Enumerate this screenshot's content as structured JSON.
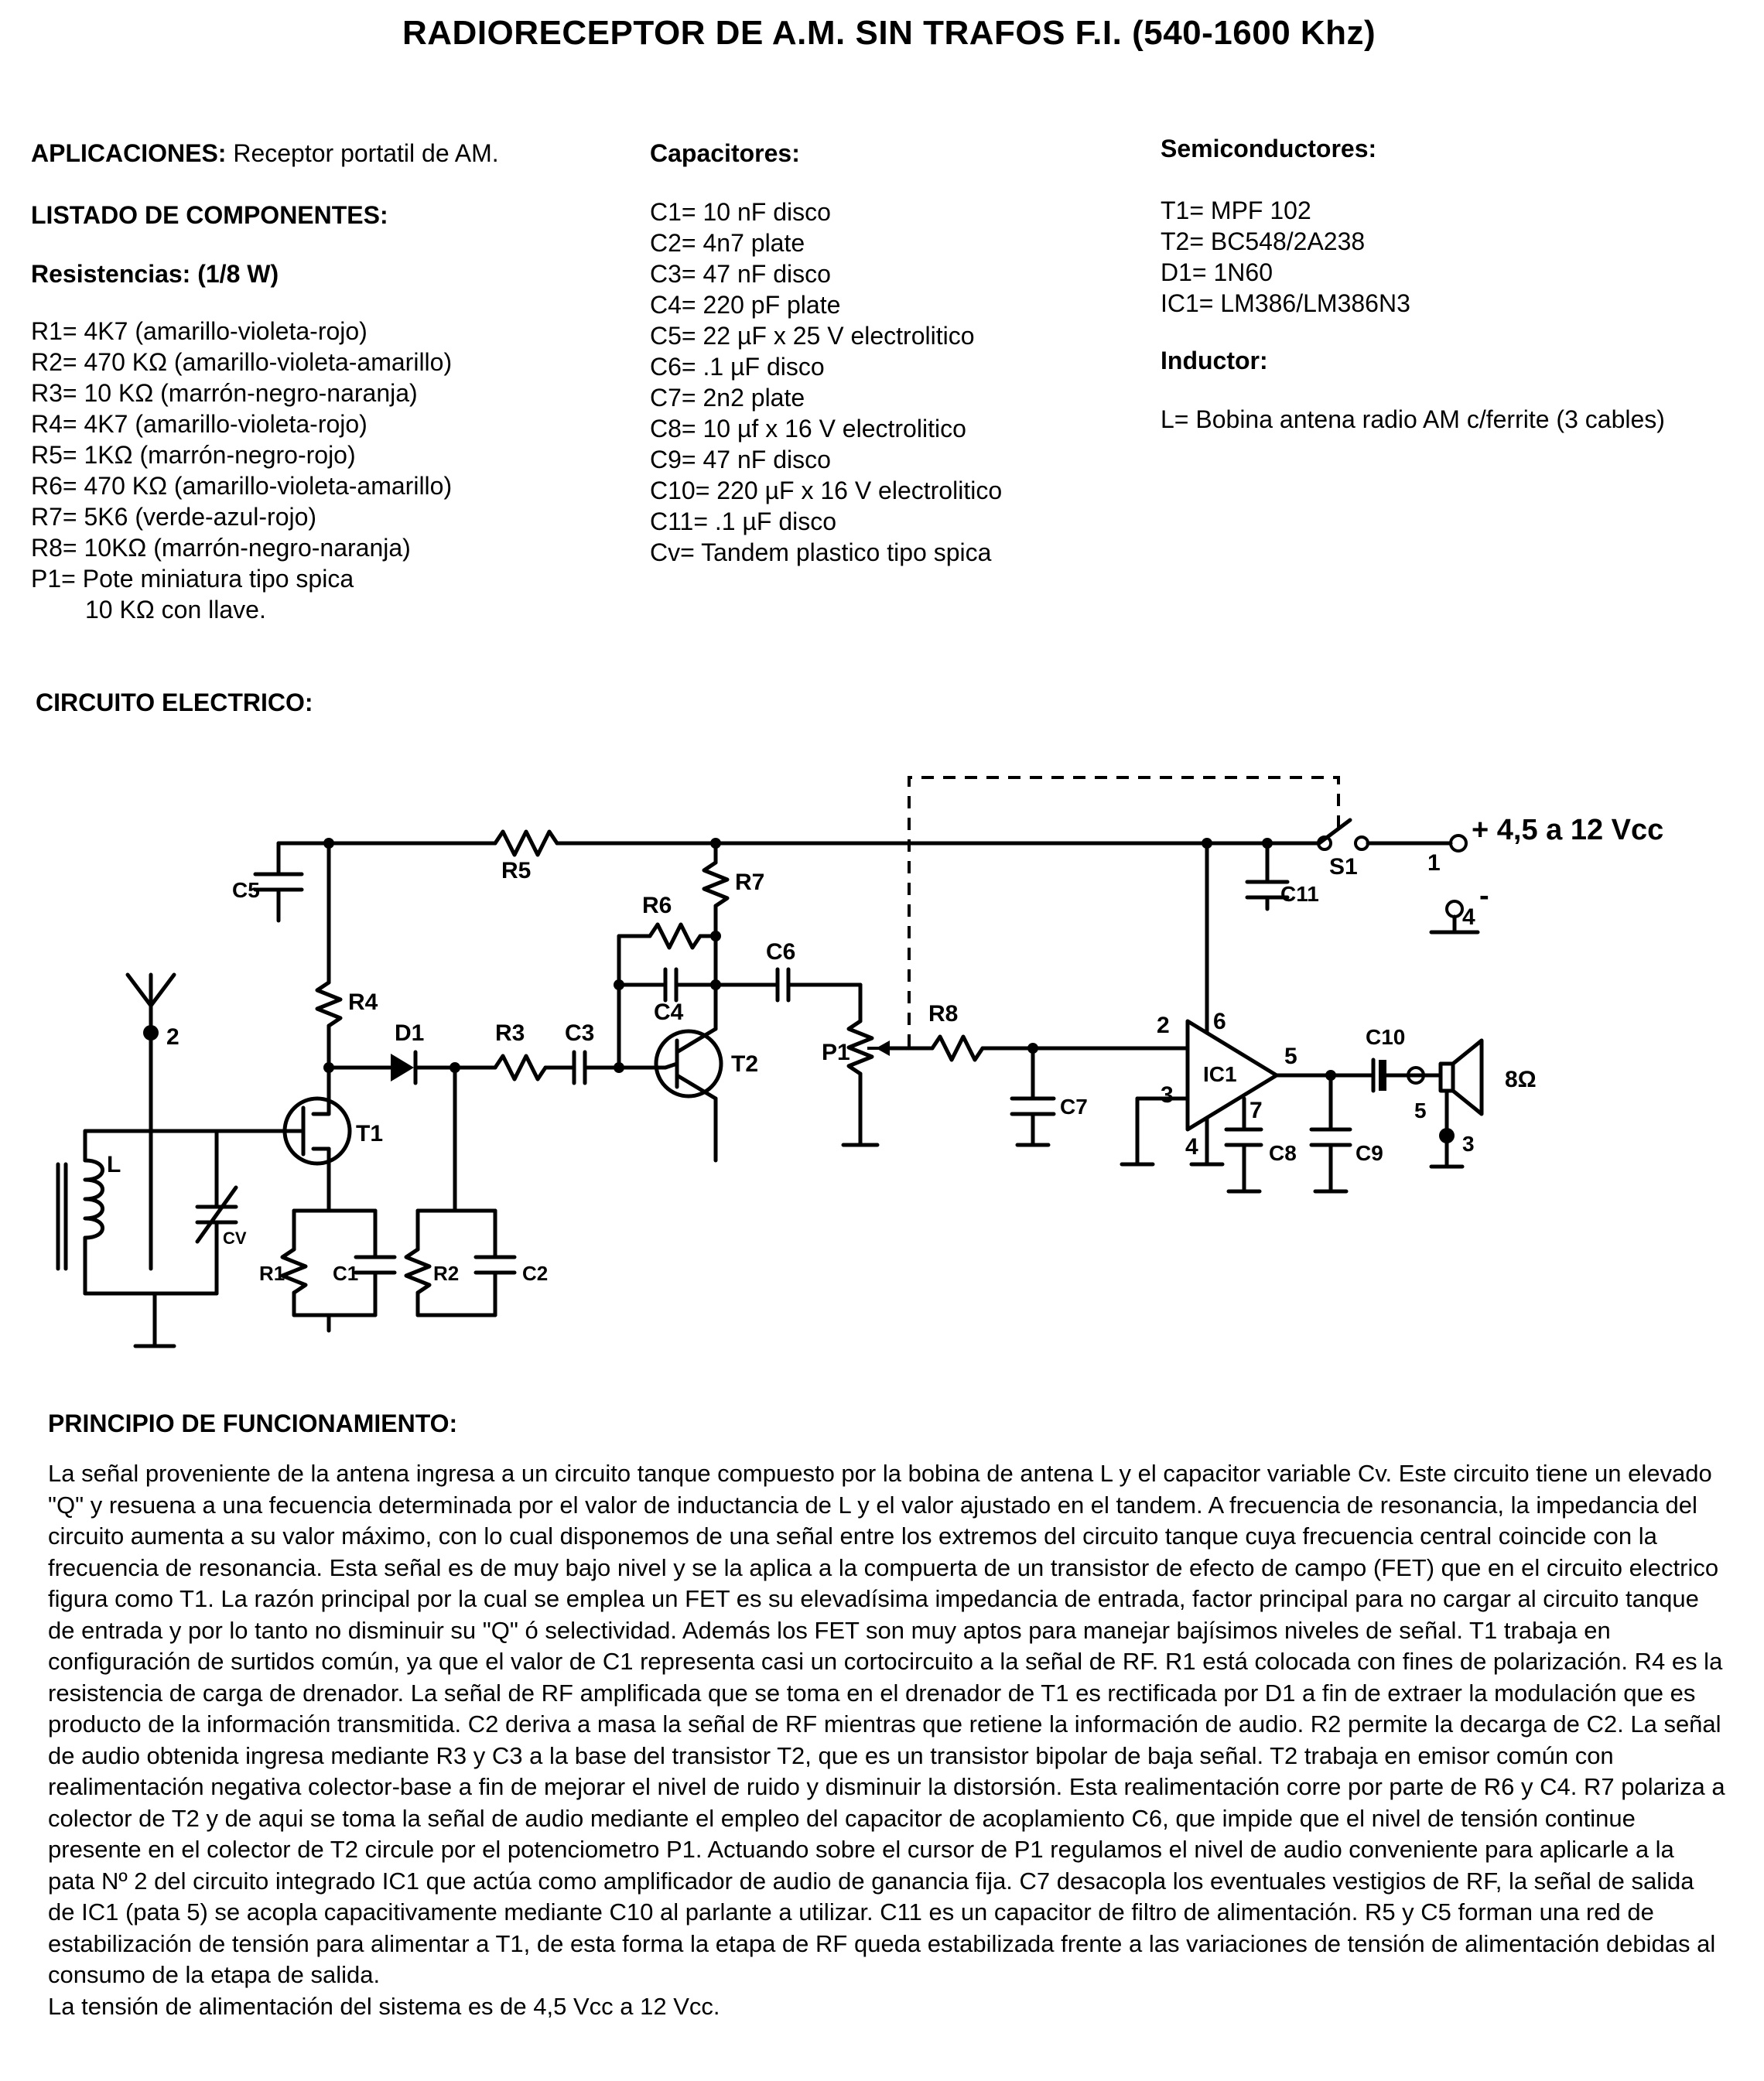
{
  "title": "RADIORECEPTOR DE A.M. SIN TRAFOS F.I. (540-1600 Khz)",
  "aplicaciones": {
    "label": "APLICACIONES:",
    "value": "Receptor portatil de AM."
  },
  "listado": "LISTADO DE COMPONENTES:",
  "resistencias": {
    "label": "Resistencias:",
    "power": "(1/8 W)",
    "items": [
      "R1= 4K7 (amarillo-violeta-rojo)",
      "R2= 470 KΩ (amarillo-violeta-amarillo)",
      "R3= 10 KΩ (marrón-negro-naranja)",
      "R4= 4K7 (amarillo-violeta-rojo)",
      "R5= 1KΩ (marrón-negro-rojo)",
      "R6= 470 KΩ (amarillo-violeta-amarillo)",
      "R7= 5K6 (verde-azul-rojo)",
      "R8= 10KΩ (marrón-negro-naranja)",
      "P1= Pote miniatura tipo spica",
      "10 KΩ con llave."
    ]
  },
  "capacitores": {
    "label": "Capacitores:",
    "items": [
      "C1= 10 nF disco",
      "C2= 4n7 plate",
      "C3= 47 nF disco",
      "C4= 220 pF plate",
      "C5= 22 µF x 25 V electrolitico",
      "C6= .1 µF disco",
      "C7= 2n2 plate",
      "C8= 10 µf x 16 V electrolitico",
      "C9= 47 nF disco",
      "C10= 220 µF x 16 V electrolitico",
      "C11= .1 µF disco",
      "Cv= Tandem plastico tipo spica"
    ]
  },
  "semiconductores": {
    "label": "Semiconductores:",
    "items": [
      "T1= MPF 102",
      "T2= BC548/2A238",
      "D1= 1N60",
      "IC1= LM386/LM386N3"
    ]
  },
  "inductor": {
    "label": "Inductor:",
    "value": "L= Bobina antena radio AM c/ferrite (3 cables)"
  },
  "circuito": {
    "label": "CIRCUITO ELECTRICO:",
    "labels": {
      "supply": "+ 4,5 a 12 Vcc",
      "minus": "-",
      "n1": "1",
      "n2": "2",
      "n3": "3",
      "n4": "4",
      "n5": "5",
      "s1": "S1",
      "c11": "C11",
      "c5": "C5",
      "r5": "R5",
      "r7": "R7",
      "r6": "R6",
      "c6": "C6",
      "c4": "C4",
      "r4": "R4",
      "d1": "D1",
      "r3": "R3",
      "c3": "C3",
      "t1": "T1",
      "t2": "T2",
      "p1": "P1",
      "r8": "R8",
      "c7": "C7",
      "ic1": "IC1",
      "pin2": "2",
      "pin6": "6",
      "pin3": "3",
      "pin4": "4",
      "pin7": "7",
      "pin5": "5",
      "c8": "C8",
      "c9": "C9",
      "c10": "C10",
      "spk": "8Ω",
      "l": "L",
      "cv": "CV",
      "r1": "R1",
      "c1": "C1",
      "r2": "R2",
      "c2": "C2"
    }
  },
  "principio": {
    "label": "PRINCIPIO DE FUNCIONAMIENTO:",
    "text": "La señal proveniente de la antena ingresa a un circuito tanque compuesto por la bobina de antena L y el capacitor variable Cv. Este circuito tiene un elevado \"Q\" y resuena a una fecuencia determinada por el valor de inductancia de L y el valor ajustado en el tandem. A frecuencia de resonancia, la impedancia del circuito aumenta a su valor máximo, con lo cual disponemos de una señal entre los extremos del circuito tanque cuya frecuencia central coincide con la frecuencia de resonancia. Esta señal es de muy bajo nivel y se la aplica a la compuerta de un transistor de efecto de campo (FET) que en el circuito electrico figura como T1. La razón principal por la cual se emplea un FET es su elevadísima impedancia de entrada, factor principal para no cargar al circuito tanque de entrada y por lo tanto no disminuir su \"Q\" ó selectividad. Además los FET son muy aptos para manejar bajísimos niveles de señal. T1 trabaja en configuración de surtidos común, ya que el valor de C1 representa casi un cortocircuito a la señal de RF. R1 está colocada con fines de polarización. R4 es la resistencia de carga de drenador. La señal de RF amplificada que se toma en el drenador de T1 es rectificada por D1 a fin de extraer la modulación que es producto de la información transmitida. C2 deriva a masa la señal de RF mientras que retiene la información de audio. R2 permite la decarga de C2. La señal de audio obtenida ingresa mediante R3 y C3 a la base del transistor T2, que es un transistor bipolar de baja señal. T2 trabaja en emisor común con realimentación negativa colector-base a fin de mejorar el nivel de ruido y disminuir la distorsión. Esta realimentación corre por parte de R6 y C4. R7 polariza a colector de T2 y de aqui se toma la señal de audio mediante el empleo del capacitor de acoplamiento C6, que impide que el nivel de tensión continue presente en el colector de T2 circule por el potenciometro P1. Actuando sobre el cursor de P1 regulamos el nivel de audio conveniente para aplicarle a la pata Nº 2 del circuito integrado IC1 que actúa como amplificador de audio de ganancia fija. C7 desacopla los eventuales vestigios de RF, la señal de salida de IC1 (pata 5) se acopla capacitivamente mediante C10 al parlante a utilizar. C11 es un capacitor de filtro de alimentación. R5 y C5 forman una red de estabilización de tensión para alimentar a T1, de esta forma la etapa de RF queda estabilizada frente a las variaciones de tensión de alimentación debidas al consumo de la etapa de salida.",
    "last": "La tensión de alimentación del sistema es de 4,5 Vcc a 12 Vcc."
  }
}
